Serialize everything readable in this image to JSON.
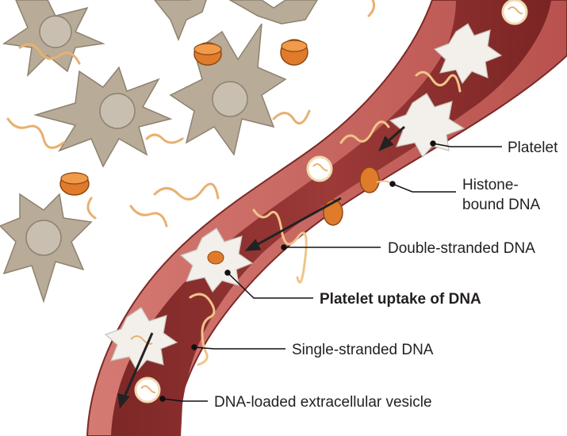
{
  "labels": {
    "platelet": "Platelet",
    "histone_line1": "Histone-",
    "histone_line2": "bound DNA",
    "double_stranded": "Double-stranded DNA",
    "platelet_uptake": "Platelet uptake of DNA",
    "single_stranded": "Single-stranded DNA",
    "vesicle": "DNA-loaded extracellular vesicle"
  },
  "colors": {
    "vessel_wall": "#c85f5b",
    "vessel_lumen": "#8f2f2f",
    "cell_tan": "#b8ab98",
    "cell_nucleus": "#c9bfb0",
    "dna_strand": "#e8b070",
    "histone": "#e07b2c",
    "platelet": "#f3f0ec",
    "leader_line": "#111111"
  },
  "icons": [
    "tan-cell-icon",
    "histone-icon",
    "dna-strand-icon",
    "platelet-icon",
    "vesicle-icon",
    "flow-arrow-icon"
  ]
}
